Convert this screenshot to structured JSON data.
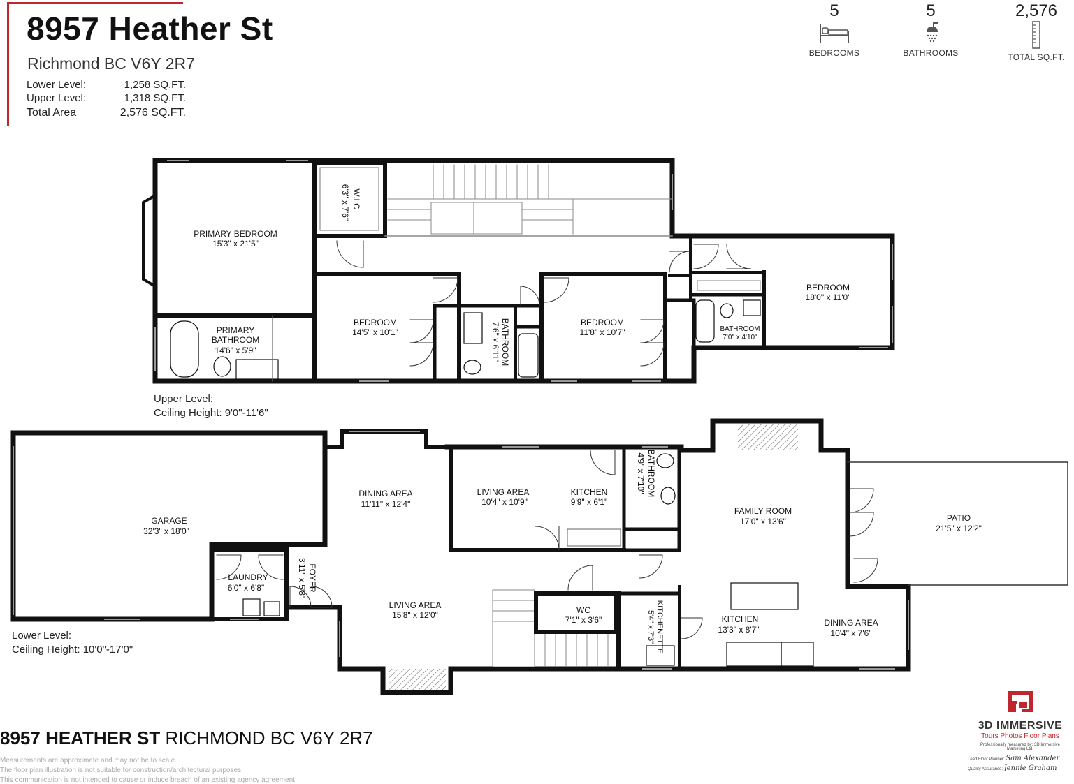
{
  "header": {
    "title": "8957 Heather St",
    "subtitle": "Richmond BC V6Y 2R7",
    "rows": [
      {
        "label": "Lower Level:",
        "value": "1,258 SQ.FT."
      },
      {
        "label": "Upper Level:",
        "value": "1,318 SQ.FT."
      },
      {
        "label": "Total Area",
        "value": "2,576 SQ.FT."
      }
    ]
  },
  "stats": [
    {
      "value": "5",
      "label": "BEDROOMS",
      "icon": "bed-icon"
    },
    {
      "value": "5",
      "label": "BATHROOMS",
      "icon": "shower-icon"
    },
    {
      "value": "2,576",
      "label": "TOTAL SQ.FT.",
      "icon": "ruler-icon"
    }
  ],
  "upper": {
    "level_label": "Upper Level:",
    "ceiling": "Ceiling Height: 9'0\"-11'6\"",
    "rooms": [
      {
        "name": "PRIMARY BEDROOM",
        "dims": "15'3\" x 21'5\""
      },
      {
        "name": "W.I.C",
        "dims": "6'3\" x 7'6\""
      },
      {
        "name": "PRIMARY",
        "name2": "BATHROOM",
        "dims": "14'6\" x 5'9\""
      },
      {
        "name": "BEDROOM",
        "dims": "14'5\" x 10'1\""
      },
      {
        "name": "BATHROOM",
        "dims": "7'6\" x 6'11\""
      },
      {
        "name": "BEDROOM",
        "dims": "11'8\" x 10'7\""
      },
      {
        "name": "BEDROOM",
        "dims": "18'0\" x 11'0\""
      },
      {
        "name": "BATHROOM",
        "dims": "7'0\" x 4'10\""
      }
    ]
  },
  "lower": {
    "level_label": "Lower Level:",
    "ceiling": "Ceiling Height: 10'0\"-17'0\"",
    "rooms": [
      {
        "name": "GARAGE",
        "dims": "32'3\" x 18'0\""
      },
      {
        "name": "LAUNDRY",
        "dims": "6'0\" x 6'8\""
      },
      {
        "name": "FOYER",
        "dims": "3'11\" x 5'8\""
      },
      {
        "name": "DINING AREA",
        "dims": "11'11\" x 12'4\""
      },
      {
        "name": "LIVING AREA",
        "dims": "15'8\" x 12'0\""
      },
      {
        "name": "LIVING AREA",
        "dims": "10'4\" x 10'9\""
      },
      {
        "name": "KITCHEN",
        "dims": "9'9\" x 6'1\""
      },
      {
        "name": "BATHROOM",
        "dims": "4'9\" x 7'10\""
      },
      {
        "name": "WC",
        "dims": "7'1\" x 3'6\""
      },
      {
        "name": "KITCHENETTE",
        "dims": "5'4\" x 7'3\""
      },
      {
        "name": "FAMILY ROOM",
        "dims": "17'0\" x 13'6\""
      },
      {
        "name": "KITCHEN",
        "dims": "13'3\" x 8'7\""
      },
      {
        "name": "DINING AREA",
        "dims": "10'4\" x 7'6\""
      },
      {
        "name": "PATIO",
        "dims": "21'5\" x 12'2\""
      }
    ]
  },
  "footer": {
    "address_bold": "8957 HEATHER ST",
    "address_rest": "RICHMOND BC V6Y 2R7",
    "disclaimers": [
      "Measurements are approximate and may not be to scale.",
      "The floor plan illustration is not suitable for construction/architectural purposes.",
      "This communication is not intended to cause or induce breach of an existing agency agreement"
    ]
  },
  "brand": {
    "name": "3D IMMERSIVE",
    "tagline": "Tours  Photos  Floor Plans",
    "measured_by": "Professionally measured by: 3D Immersive Marketing Ltd.",
    "lead_label": "Lead Floor Planner:",
    "lead_sig": "Sam Alexander",
    "qa_label": "Quality Assurance:",
    "qa_sig": "Jennie Graham",
    "accent_color": "#c0262d"
  }
}
